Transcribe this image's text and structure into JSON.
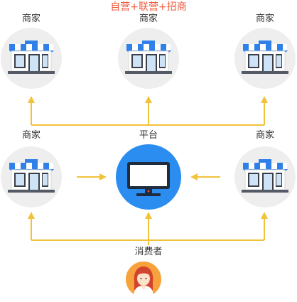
{
  "diagram": {
    "headline": "自营+联营+招商",
    "top_row": [
      {
        "label": "商家",
        "icon": "storefront-icon"
      },
      {
        "label": "商家",
        "icon": "storefront-icon"
      },
      {
        "label": "商家",
        "icon": "storefront-icon"
      }
    ],
    "middle_row": {
      "left": {
        "label": "商家",
        "icon": "storefront-icon"
      },
      "center": {
        "label": "平台",
        "icon": "monitor-icon"
      },
      "right": {
        "label": "商家",
        "icon": "storefront-icon"
      }
    },
    "bottom": {
      "label": "消费者",
      "icon": "consumer-avatar-icon"
    }
  },
  "colors": {
    "headline": "#f05a3b",
    "arrow": "#f2c23a",
    "circle_bg": "#eeeeee",
    "platform_circle": "#2b8df0",
    "avatar_circle": "#f7a23d",
    "awning_blue": "#2f80e8",
    "label_text": "#333333"
  }
}
